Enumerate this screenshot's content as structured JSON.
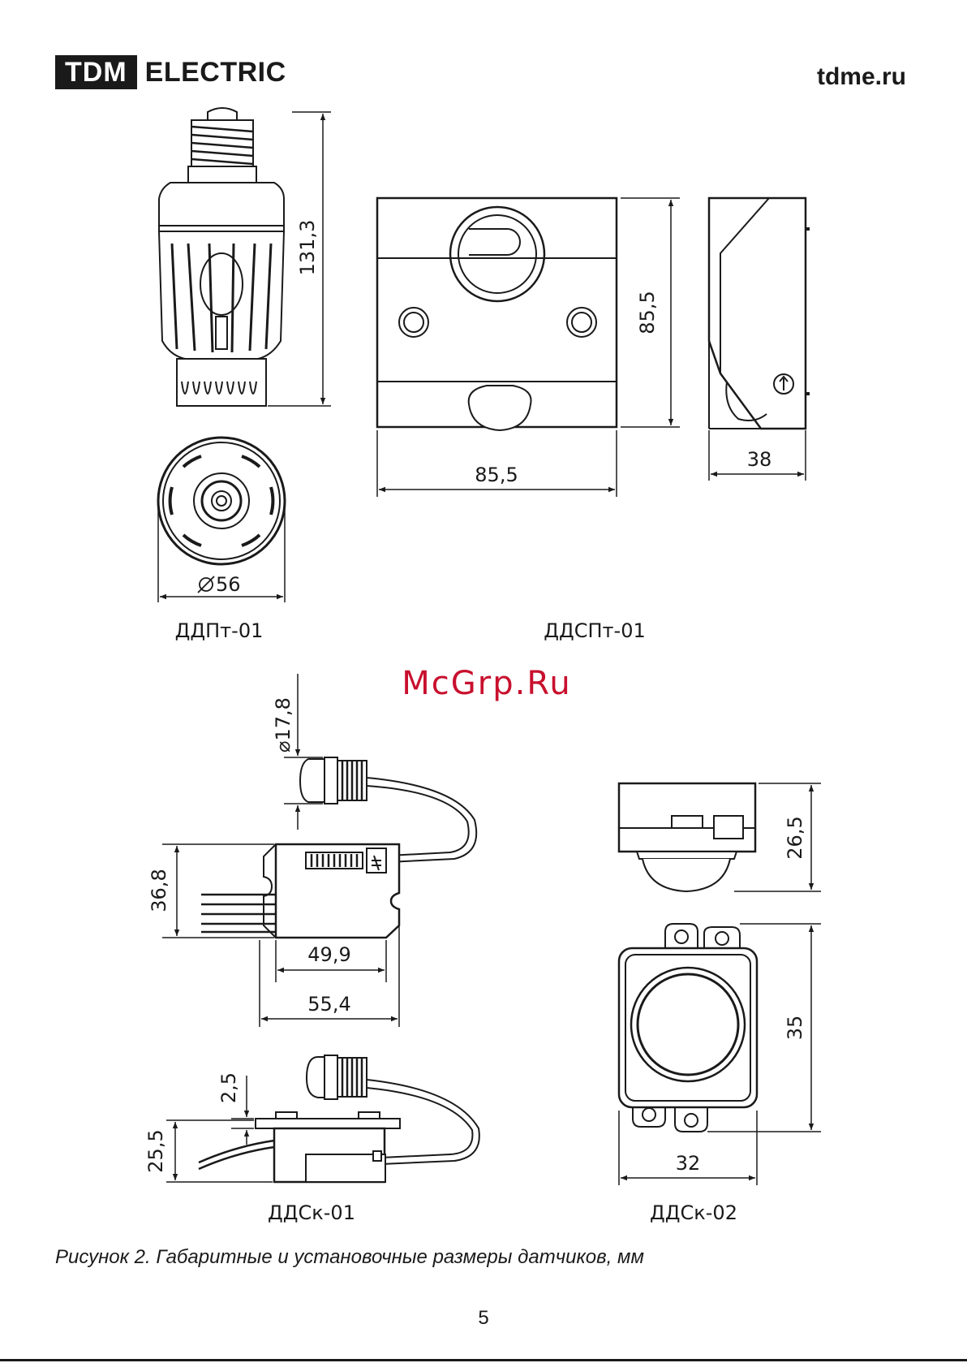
{
  "header": {
    "logo_box": "TDM",
    "logo_word": "ELECTRIC",
    "site": "tdme.ru"
  },
  "watermark": "McGrp.Ru",
  "dimensions": {
    "ddpt_height": "131,3",
    "ddpt_diameter": "56",
    "ddspt_height": "85,5",
    "ddspt_width": "85,5",
    "ddspt_depth": "38",
    "ddsk01_lens_diameter": "17,8",
    "ddsk01_height": "36,8",
    "ddsk01_body_width": "49,9",
    "ddsk01_total_width": "55,4",
    "ddsk01_flange": "2,5",
    "ddsk01_side_height": "25,5",
    "ddsk02_height": "26,5",
    "ddsk02_length": "35",
    "ddsk02_width": "32"
  },
  "labels": {
    "ddpt": "ДДПт-01",
    "ddspt": "ДДСПт-01",
    "ddsk01": "ДДСк-01",
    "ddsk02": "ДДСк-02"
  },
  "caption": "Рисунок 2. Габаритные и установочные размеры датчиков, мм",
  "page_number": "5"
}
